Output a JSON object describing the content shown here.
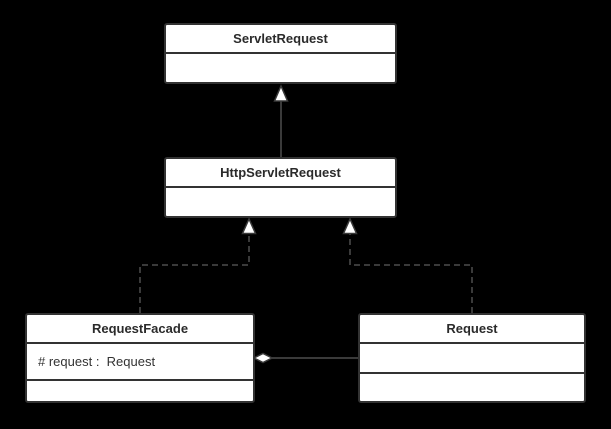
{
  "diagram": {
    "kind": "uml-class-diagram",
    "background_color": "#000000",
    "box_fill_color": "#ffffff",
    "box_border_color": "#333333",
    "connector_color": "#3a3a3a",
    "text_color": "#2b2b2b",
    "classes": [
      {
        "name": "ServletRequest",
        "attributes": [],
        "operations": []
      },
      {
        "name": "HttpServletRequest",
        "attributes": [],
        "operations": []
      },
      {
        "name": "RequestFacade",
        "attributes": [
          "# request :  Request"
        ],
        "operations": []
      },
      {
        "name": "Request",
        "attributes": [],
        "operations": []
      }
    ],
    "relationships": [
      {
        "type": "generalization",
        "from": "HttpServletRequest",
        "to": "ServletRequest",
        "line": "solid",
        "marker": "hollow-triangle"
      },
      {
        "type": "realization",
        "from": "RequestFacade",
        "to": "HttpServletRequest",
        "line": "dashed",
        "marker": "hollow-triangle"
      },
      {
        "type": "realization",
        "from": "Request",
        "to": "HttpServletRequest",
        "line": "dashed",
        "marker": "hollow-triangle"
      },
      {
        "type": "aggregation",
        "from": "RequestFacade",
        "to": "Request",
        "line": "solid",
        "marker": "hollow-diamond"
      }
    ]
  }
}
